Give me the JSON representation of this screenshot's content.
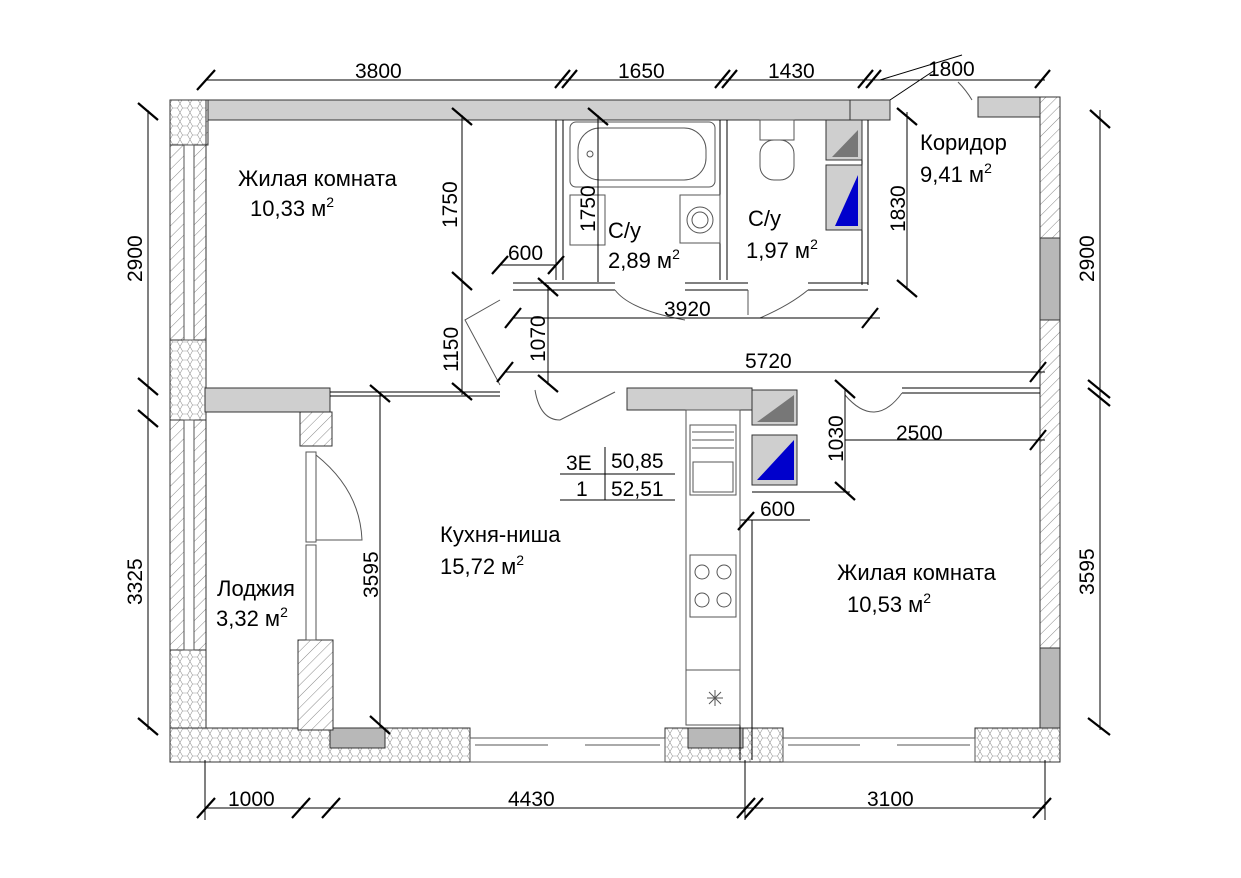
{
  "rooms": {
    "living_room_1": {
      "name": "Жилая комната",
      "area": "10,33 м",
      "unit_sup": "2"
    },
    "bathroom_1": {
      "name": "С/у",
      "area": "2,89 м",
      "unit_sup": "2"
    },
    "bathroom_2": {
      "name": "С/у",
      "area": "1,97 м",
      "unit_sup": "2"
    },
    "corridor": {
      "name": "Коридор",
      "area": "9,41 м",
      "unit_sup": "2"
    },
    "kitchen": {
      "name": "Кухня-ниша",
      "area": "15,72 м",
      "unit_sup": "2"
    },
    "loggia": {
      "name": "Лоджия",
      "area": "3,32 м",
      "unit_sup": "2"
    },
    "living_room_2": {
      "name": "Жилая комната",
      "area": "10,53 м",
      "unit_sup": "2"
    }
  },
  "summary_table": {
    "row1": {
      "code": "3Е",
      "value": "50,85"
    },
    "row2": {
      "code": "1",
      "value": "52,51"
    }
  },
  "dimensions": {
    "top_1": "3800",
    "top_2": "1650",
    "top_3": "1430",
    "top_4": "1800",
    "left_upper": "2900",
    "left_lower": "3325",
    "right_upper": "2900",
    "right_lower": "3595",
    "bottom_1": "1000",
    "bottom_2": "4430",
    "bottom_3": "3100",
    "inner_1750_a": "1750",
    "inner_1750_b": "1750",
    "inner_1830": "1830",
    "inner_600_a": "600",
    "inner_3920": "3920",
    "inner_1150": "1150",
    "inner_1070": "1070",
    "inner_5720": "5720",
    "inner_1030": "1030",
    "inner_2500": "2500",
    "inner_600_b": "600",
    "inner_3595": "3595"
  },
  "colors": {
    "wall_fill": "#cfcfcf",
    "shaft_fill": "#0000cc",
    "line": "#000000"
  }
}
